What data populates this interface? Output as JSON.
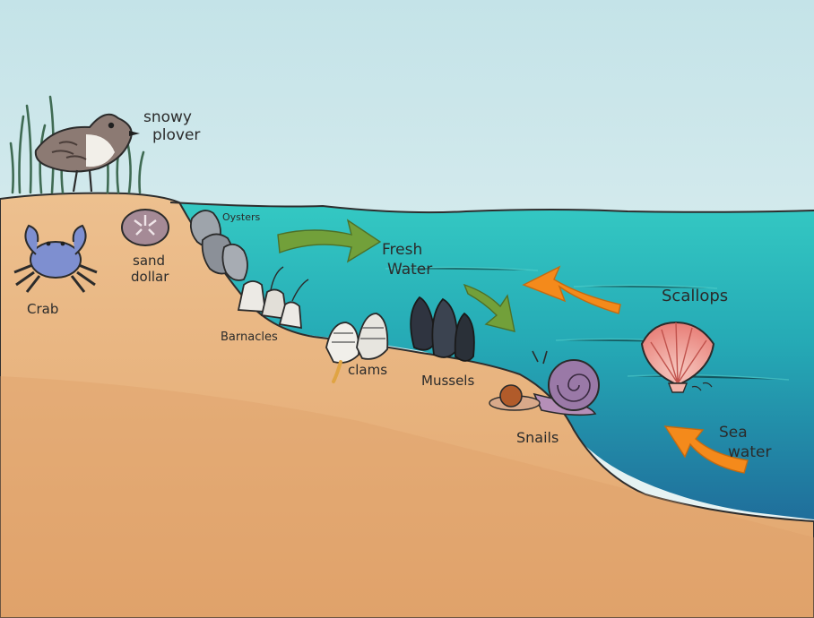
{
  "labels": {
    "snowy_plover_line1": "snowy",
    "snowy_plover_line2": "plover",
    "sand_dollar_line1": "sand",
    "sand_dollar_line2": "dollar",
    "crab": "Crab",
    "oysters": "Oysters",
    "barnacles": "Barnacles",
    "clams": "clams",
    "mussels": "Mussels",
    "snails": "Snails",
    "scallops": "Scallops",
    "fresh_water_line1": "Fresh",
    "fresh_water_line2": "Water",
    "sea_water_line1": "Sea",
    "sea_water_line2": "water"
  },
  "colors": {
    "sky_top": "#c4e3e8",
    "sky_bottom": "#eef6f5",
    "water_top": "#2fc3bf",
    "water_bottom": "#1e6f9a",
    "sand": "#e8b47f",
    "sand_dark": "#d79a63",
    "fresh_arrow": "#6f9a3b",
    "sea_arrow": "#f28a1c"
  }
}
